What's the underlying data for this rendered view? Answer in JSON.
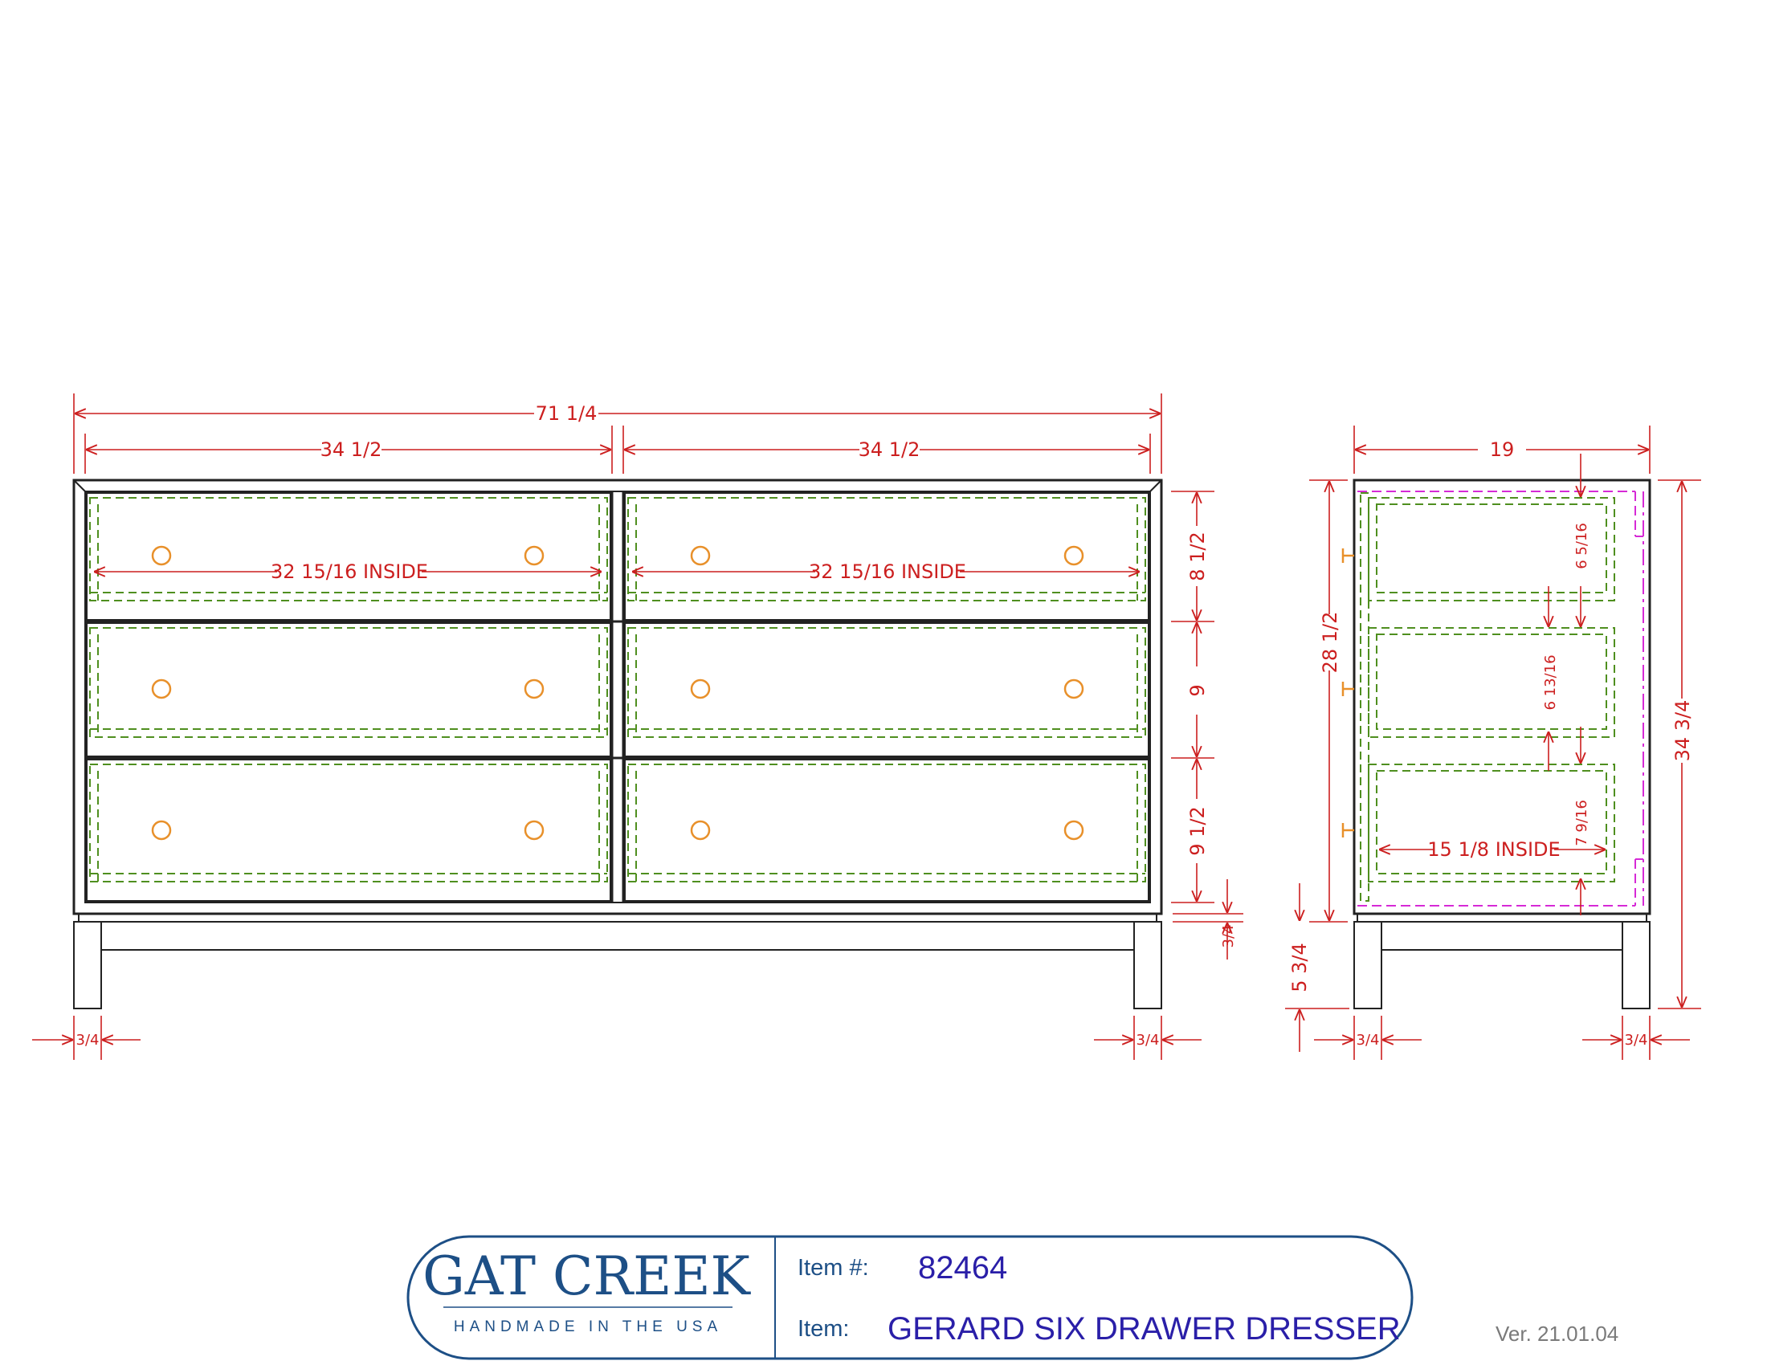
{
  "front_view": {
    "overall_width": "71 1/4",
    "left_section_width": "34 1/2",
    "right_section_width": "34 1/2",
    "drawer_inside_width_left": "32 15/16 INSIDE",
    "drawer_inside_width_right": "32 15/16 INSIDE",
    "top_drawer_height": "8 1/2",
    "middle_drawer_height": "9",
    "bottom_drawer_height": "9 1/2",
    "apron_thickness": "3/4",
    "left_leg_width": "3/4",
    "right_leg_width": "3/4"
  },
  "side_view": {
    "depth": "19",
    "case_height": "28 1/2",
    "overall_height": "34 3/4",
    "base_height": "5 3/4",
    "top_drawer_inside_depth": "6 5/16",
    "middle_drawer_inside_depth": "6 13/16",
    "bottom_drawer_inside_depth": "7 9/16",
    "drawer_inside_length": "15 1/8 INSIDE",
    "front_leg_width": "3/4",
    "back_leg_width": "3/4"
  },
  "title_block": {
    "brand": "GAT CREEK",
    "tagline": "HANDMADE IN THE USA",
    "item_number_label": "Item #:",
    "item_number": "82464",
    "item_label": "Item:",
    "item_name": "GERARD SIX DRAWER DRESSER",
    "version": "Ver. 21.01.04"
  },
  "colors": {
    "outline": "#222222",
    "dimension": "#cc1f1f",
    "hidden_line": "#4f8f1f",
    "knob": "#e8902a",
    "interior_line": "#d62ad6",
    "brand": "#1d4f86",
    "value": "#2a1fa8"
  }
}
